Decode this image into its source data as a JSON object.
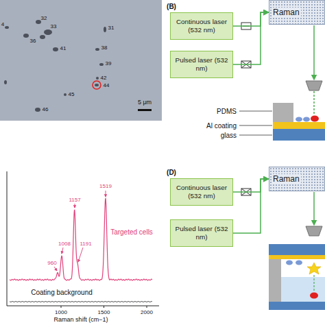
{
  "diagram": {
    "nodes": [
      {
        "text": [
          "Continuous laser (532 nm)"
        ]
      },
      {
        "text": [
          "Pulsed laser (532 nm)"
        ]
      },
      {
        "text": [
          "Raman"
        ]
      },
      {
        "text": [
          "Continuous laser (532 nm)"
        ]
      },
      {
        "text": [
          "Pulsed laser (532 nm)"
        ]
      },
      {
        "text": [
          "Raman"
        ]
      }
    ],
    "edges": [
      {
        "from": 0,
        "to": 2,
        "arrow": "to"
      },
      {
        "from": 1,
        "to": 2,
        "arrow": "to"
      },
      {
        "from": 3,
        "to": 5,
        "arrow": "to"
      },
      {
        "from": 4,
        "to": 5,
        "arrow": "to"
      }
    ],
    "labels": [
      "4",
      "32",
      "33",
      "36",
      "41",
      "31",
      "38",
      "39",
      "42",
      "44",
      "45",
      "46",
      "5 μm",
      "(B)",
      "PDMS",
      "Al coating",
      "glass",
      "960",
      "1008",
      "1157",
      "1191",
      "1519",
      "Targeted cells",
      "Coating background",
      "1000",
      "1500",
      "2000",
      "Raman shift (cm−1)",
      "(D)"
    ]
  }
}
